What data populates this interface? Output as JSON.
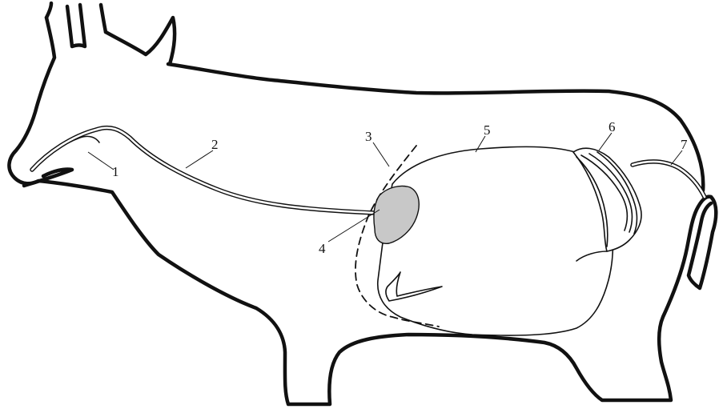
{
  "colors": {
    "outline": "#111111",
    "spleen_fill": "#c8c8c8",
    "background": "#ffffff"
  },
  "labels": [
    "1",
    "2",
    "3",
    "4",
    "5",
    "6",
    "7"
  ]
}
